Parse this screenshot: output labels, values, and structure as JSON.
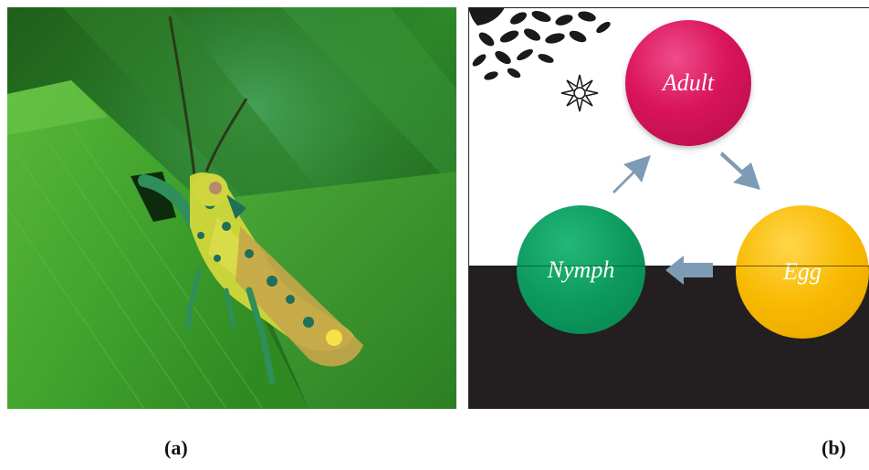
{
  "panel_a": {
    "caption": "(a)",
    "image": "grasshopper-on-leaf-photo"
  },
  "panel_b": {
    "caption": "(b)",
    "stages": {
      "adult": "Adult",
      "egg": "Egg",
      "nymph": "Nymph"
    },
    "colors": {
      "adult": "#d9145b",
      "egg": "#f8b900",
      "nymph": "#0d9a5e",
      "arrow": "#7d9bb5",
      "ground": "#231f20"
    },
    "icons": [
      "sun-icon",
      "leaves-icon",
      "arrow-icon"
    ]
  }
}
